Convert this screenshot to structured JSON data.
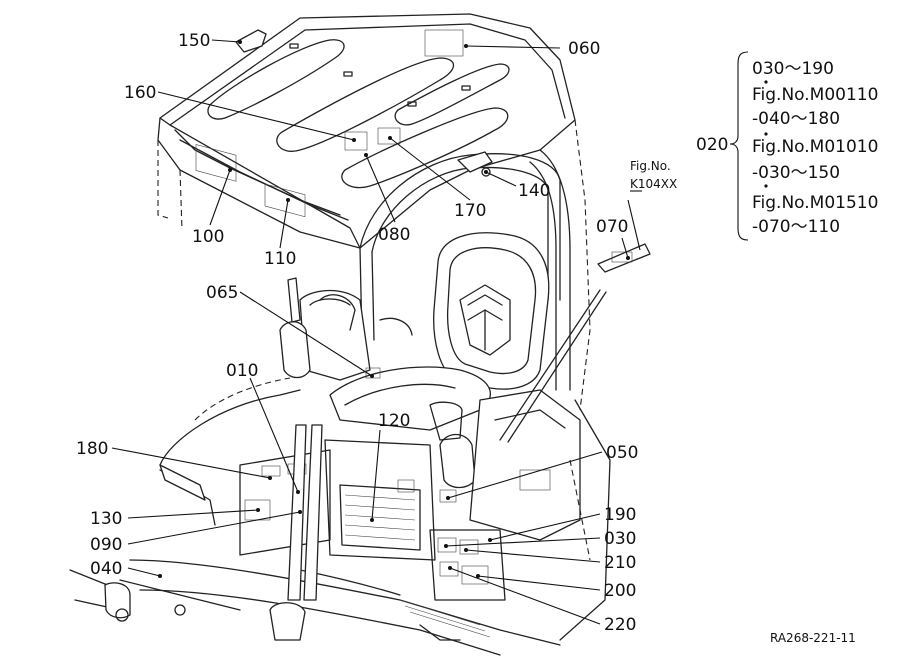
{
  "part_labels": {
    "p150": "150",
    "p060": "060",
    "p160": "160",
    "p100": "100",
    "p110": "110",
    "p080": "080",
    "p170": "170",
    "p140": "140",
    "p070": "070",
    "p065": "065",
    "p010": "010",
    "p120": "120",
    "p180": "180",
    "p050": "050",
    "p130": "130",
    "p090": "090",
    "p040": "040",
    "p190": "190",
    "p030": "030",
    "p210": "210",
    "p200": "200",
    "p220": "220"
  },
  "fig_ref": {
    "line1": "Fig.No.",
    "line2": "K104XX"
  },
  "sidebar": {
    "main_label": "020",
    "lines": [
      "030～190",
      "Fig.No.M00110",
      "-040～180",
      "Fig.No.M01010",
      "-030～150",
      "Fig.No.M01510",
      "-070～110"
    ]
  },
  "drawing_code": "RA268-221-11"
}
